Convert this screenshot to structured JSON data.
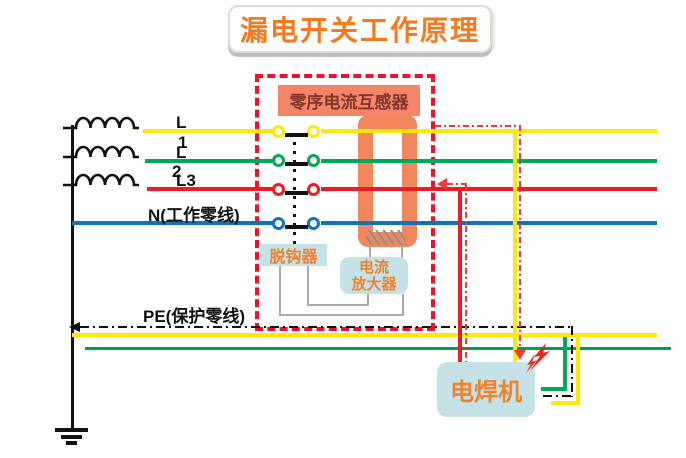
{
  "title": "漏电开关工作原理",
  "colors": {
    "yellow": "#FFE80A",
    "green": "#00A859",
    "pe-green": "#009E53",
    "red": "#EC1C24",
    "blue": "#0F72BA",
    "ct-orange": "#F2875E",
    "label-salmon": "#F48568",
    "maroon": "#84362A",
    "panel-blue": "#C5E3E7",
    "orange-text": "#F0812F",
    "title-orange": "#F4791F",
    "dashed-red": "#E9132E",
    "leak-red": "#EE3B33",
    "gray-wire": "#A6ABAB",
    "ink": "#111111"
  },
  "labels": {
    "phase1_top": "L",
    "phase1_sub": "1",
    "phase2_top": "L",
    "phase2_sub": "2",
    "phase3": "L3",
    "neutral": "N(工作零线)",
    "pe": "PE(保护零线)"
  },
  "components": {
    "ct_label": "零序电流互感器",
    "trip_device": "脱钩器",
    "amplifier_line1": "电流",
    "amplifier_line2": "放大器",
    "welder": "电焊机"
  }
}
